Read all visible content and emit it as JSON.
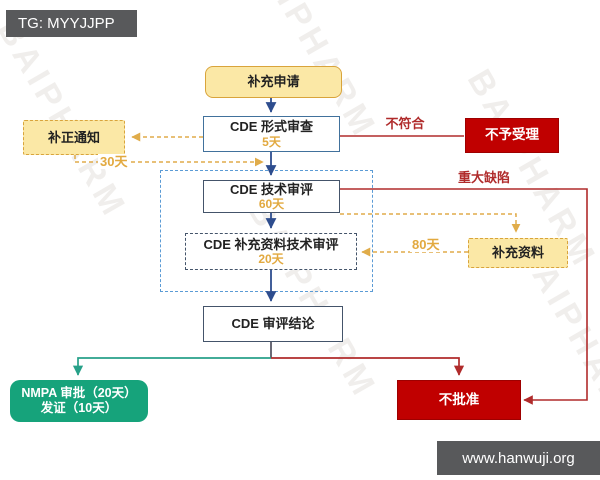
{
  "banner": {
    "text": "TG: MYYJJPP"
  },
  "footer": {
    "text": "www.hanwuji.org"
  },
  "watermark": {
    "text": "BAIPHARM"
  },
  "flowchart": {
    "nodes": {
      "supplement_application": {
        "label": "补充申请"
      },
      "cde_formal_review": {
        "label": "CDE 形式审查",
        "duration": "5天"
      },
      "correction_notice": {
        "label": "补正通知"
      },
      "not_accepted": {
        "label": "不予受理"
      },
      "cde_technical_review": {
        "label": "CDE 技术审评",
        "duration": "60天"
      },
      "cde_supplement_review": {
        "label": "CDE 补充资料技术审评",
        "duration": "20天"
      },
      "supplement_materials": {
        "label": "补充资料"
      },
      "cde_conclusion": {
        "label": "CDE 审评结论"
      },
      "nmpa_approval": {
        "label_line1": "NMPA 审批（20天）",
        "label_line2": "发证（10天）"
      },
      "not_approved": {
        "label": "不批准"
      }
    },
    "edge_labels": {
      "non_compliant": "不符合",
      "major_defect": "重大缺陷",
      "days_30": "30天",
      "days_80": "80天"
    },
    "colors": {
      "banner_bg": "#58595B",
      "yellow_fill": "#FBE8A6",
      "yellow_border": "#D9A43B",
      "blue_border": "#41719C",
      "slate_border": "#44546A",
      "container_border": "#5B9BD5",
      "red_fill": "#C00000",
      "red_line": "#B02B2B",
      "green_fill": "#16A37B",
      "teal_line": "#27A189",
      "navy_line": "#2E4D8E",
      "gold_line": "#E0AC4A"
    }
  }
}
